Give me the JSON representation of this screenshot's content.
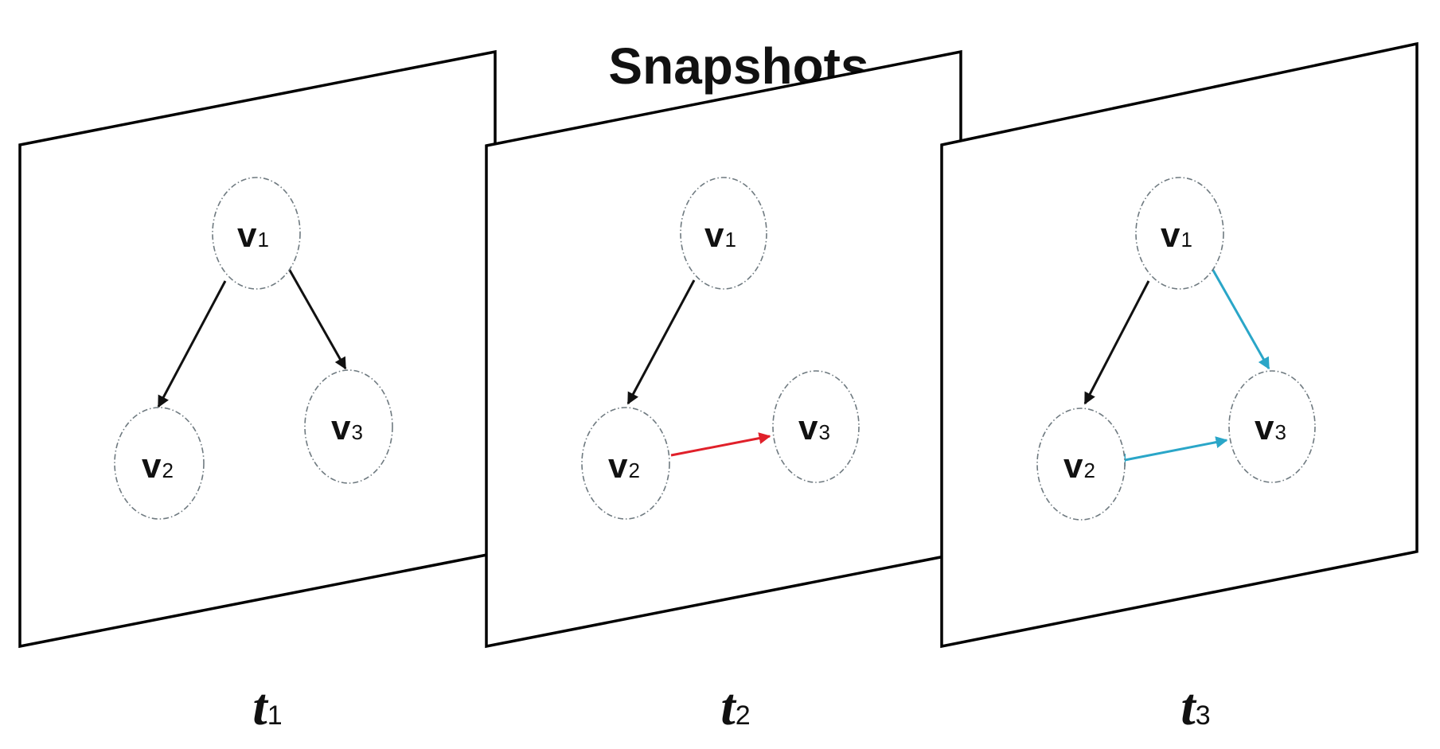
{
  "title": "Snapshots",
  "colors": {
    "panel_stroke": "#000000",
    "node_stroke": "#6f7a80",
    "edge_existing": "#111111",
    "edge_new_t2": "#e0202a",
    "edge_new_t3": "#2aa6c8"
  },
  "snapshots": [
    {
      "time_label": "t",
      "time_sub": "1",
      "nodes": [
        {
          "id": "v1",
          "label": "v",
          "sub": "1"
        },
        {
          "id": "v2",
          "label": "v",
          "sub": "2"
        },
        {
          "id": "v3",
          "label": "v",
          "sub": "3"
        }
      ],
      "edges": [
        {
          "from": "v1",
          "to": "v2",
          "color": "#111111"
        },
        {
          "from": "v1",
          "to": "v3",
          "color": "#111111"
        }
      ]
    },
    {
      "time_label": "t",
      "time_sub": "2",
      "nodes": [
        {
          "id": "v1",
          "label": "v",
          "sub": "1"
        },
        {
          "id": "v2",
          "label": "v",
          "sub": "2"
        },
        {
          "id": "v3",
          "label": "v",
          "sub": "3"
        }
      ],
      "edges": [
        {
          "from": "v1",
          "to": "v2",
          "color": "#111111"
        },
        {
          "from": "v2",
          "to": "v3",
          "color": "#e0202a"
        }
      ]
    },
    {
      "time_label": "t",
      "time_sub": "3",
      "nodes": [
        {
          "id": "v1",
          "label": "v",
          "sub": "1"
        },
        {
          "id": "v2",
          "label": "v",
          "sub": "2"
        },
        {
          "id": "v3",
          "label": "v",
          "sub": "3"
        }
      ],
      "edges": [
        {
          "from": "v1",
          "to": "v2",
          "color": "#111111"
        },
        {
          "from": "v1",
          "to": "v3",
          "color": "#2aa6c8"
        },
        {
          "from": "v2",
          "to": "v3",
          "color": "#2aa6c8"
        }
      ]
    }
  ]
}
